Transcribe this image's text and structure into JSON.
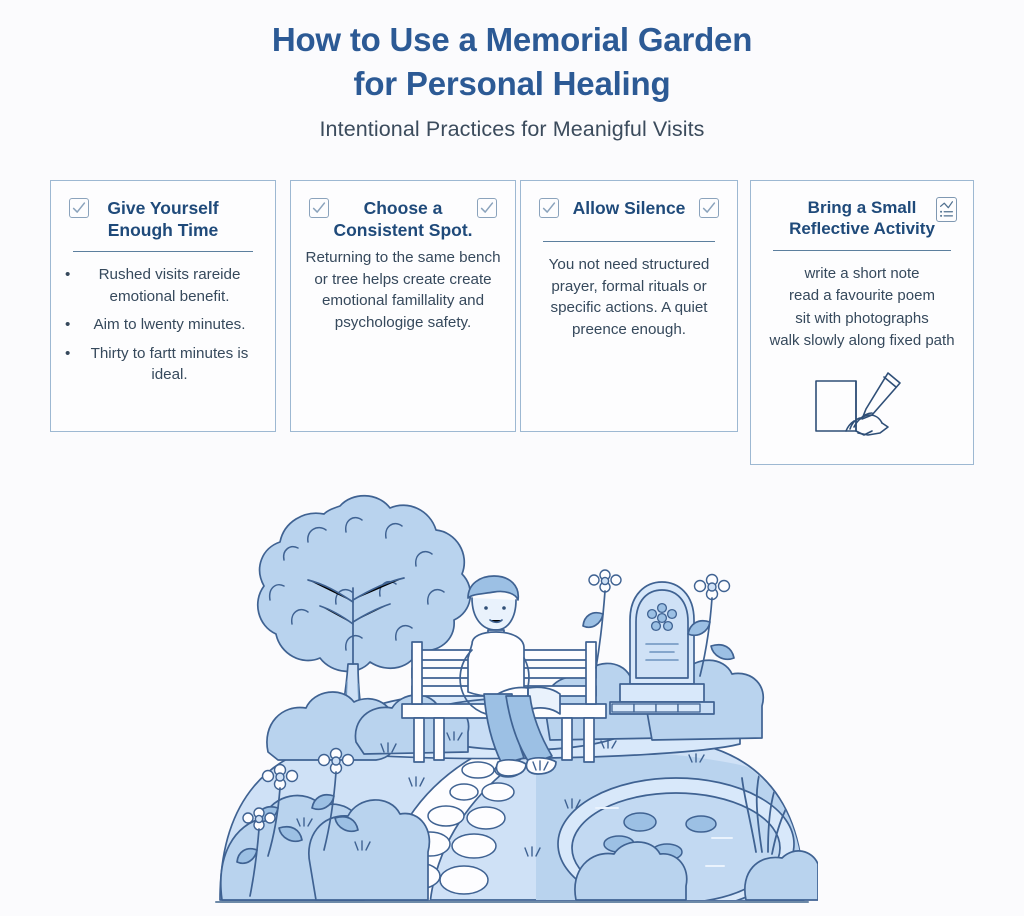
{
  "header": {
    "title_line1": "How to Use a Memorial Garden",
    "title_line2": "for Personal Healing",
    "subtitle": "Intentional Practices for Meanigful Visits",
    "title_color": "#2c5a95",
    "subtitle_color": "#3b4b5c"
  },
  "theme": {
    "background": "#fbfbfd",
    "card_border": "#9db8d2",
    "card_background": "#fdfdfe",
    "card_title_color": "#1f4a7a",
    "body_text_color": "#36495c",
    "divider_color": "#5c7f9e",
    "illustration_line": "#3f6292",
    "illustration_fill_light": "#dceaf8",
    "illustration_fill_mid": "#b9d3ee",
    "illustration_fill_deep": "#9cc0e4"
  },
  "cards": [
    {
      "id": "give-yourself-enough-time",
      "title": "Give Yourself Enough Time",
      "icons": [
        "checkbox-icon"
      ],
      "has_divider": true,
      "bullets": [
        "Rushed visits rareide emotional benefit.",
        "Aim to lwenty minutes.",
        "Thirty to fartt minutes is ideal."
      ]
    },
    {
      "id": "choose-a-consistent-spot",
      "title": "Choose a Consistent Spot.",
      "icons": [
        "checkbox-icon",
        "checkbox-icon"
      ],
      "has_divider": false,
      "body": "Returning to the same bench or tree helps create create emotional famillality and psychologige safety."
    },
    {
      "id": "allow-silence",
      "title": "Allow Silence",
      "icons": [
        "checkbox-icon",
        "checkbox-icon"
      ],
      "has_divider": true,
      "body": "You not need structured prayer, formal rituals or specific actions. A quiet preence enough."
    },
    {
      "id": "bring-a-small-reflective-activity",
      "title": "Bring a Small Reflective Activity",
      "icons": [
        "clipboard-checklist-icon"
      ],
      "has_divider": true,
      "lines": [
        "write a short note",
        "read a favourite poem",
        "sit with photographs",
        "walk slowly along fixed path"
      ],
      "footer_icon": "hand-writing-in-book-icon"
    }
  ],
  "illustration": {
    "name": "memorial-garden-scene",
    "elements": [
      "large-tree",
      "person-sitting-on-bench-reading",
      "park-bench",
      "headstone-with-flower-emblem",
      "flowering-bushes",
      "stepping-stone-path",
      "pond-with-lily-pads",
      "reeds",
      "ground-line"
    ]
  }
}
